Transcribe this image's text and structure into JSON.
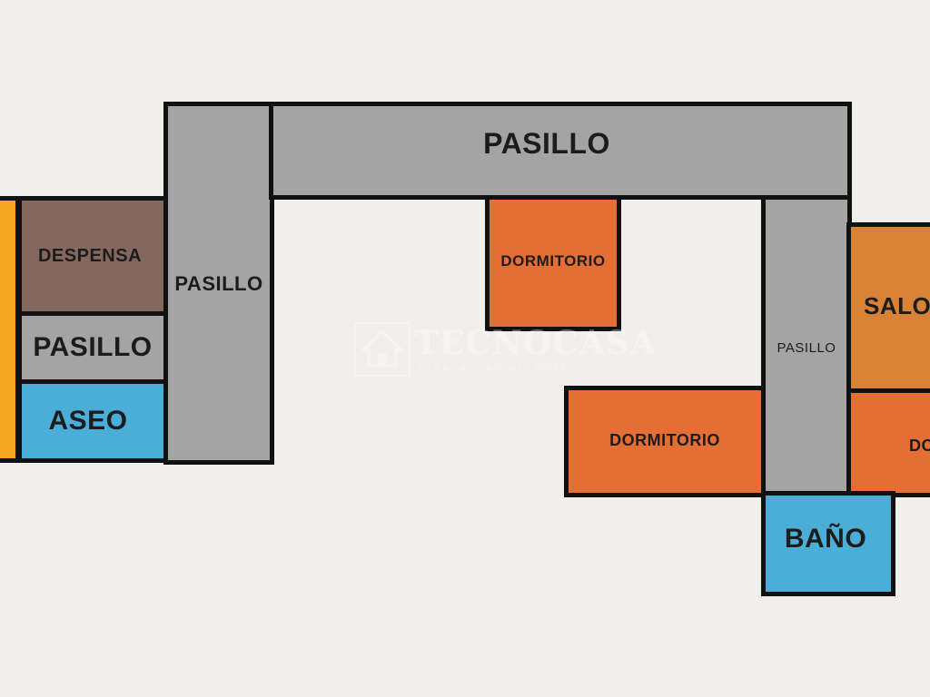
{
  "rooms": {
    "pasillo_top": "PASILLO",
    "pasillo_vertical_left": "PASILLO",
    "pasillo_small_left": "PASILLO",
    "pasillo_vertical_right": "PASILLO",
    "despensa": "DESPENSA",
    "aseo": "ASEO",
    "dormitorio_center": "DORMITORIO",
    "dormitorio_lower": "DORMITORIO",
    "dormitorio_right_partial": "DORMITORIO",
    "salon_partial": "SALON",
    "bano": "BAÑO"
  },
  "colors": {
    "pasillo": "#a4a4a4",
    "dormitorio": "#e46e33",
    "salon": "#d98135",
    "bano": "#4aaed9",
    "despensa": "#85685d",
    "left_edge_room": "#f6a623"
  },
  "watermark": {
    "brand": "TECNOCASA",
    "tagline": "FRANCHISING NETWORK"
  }
}
